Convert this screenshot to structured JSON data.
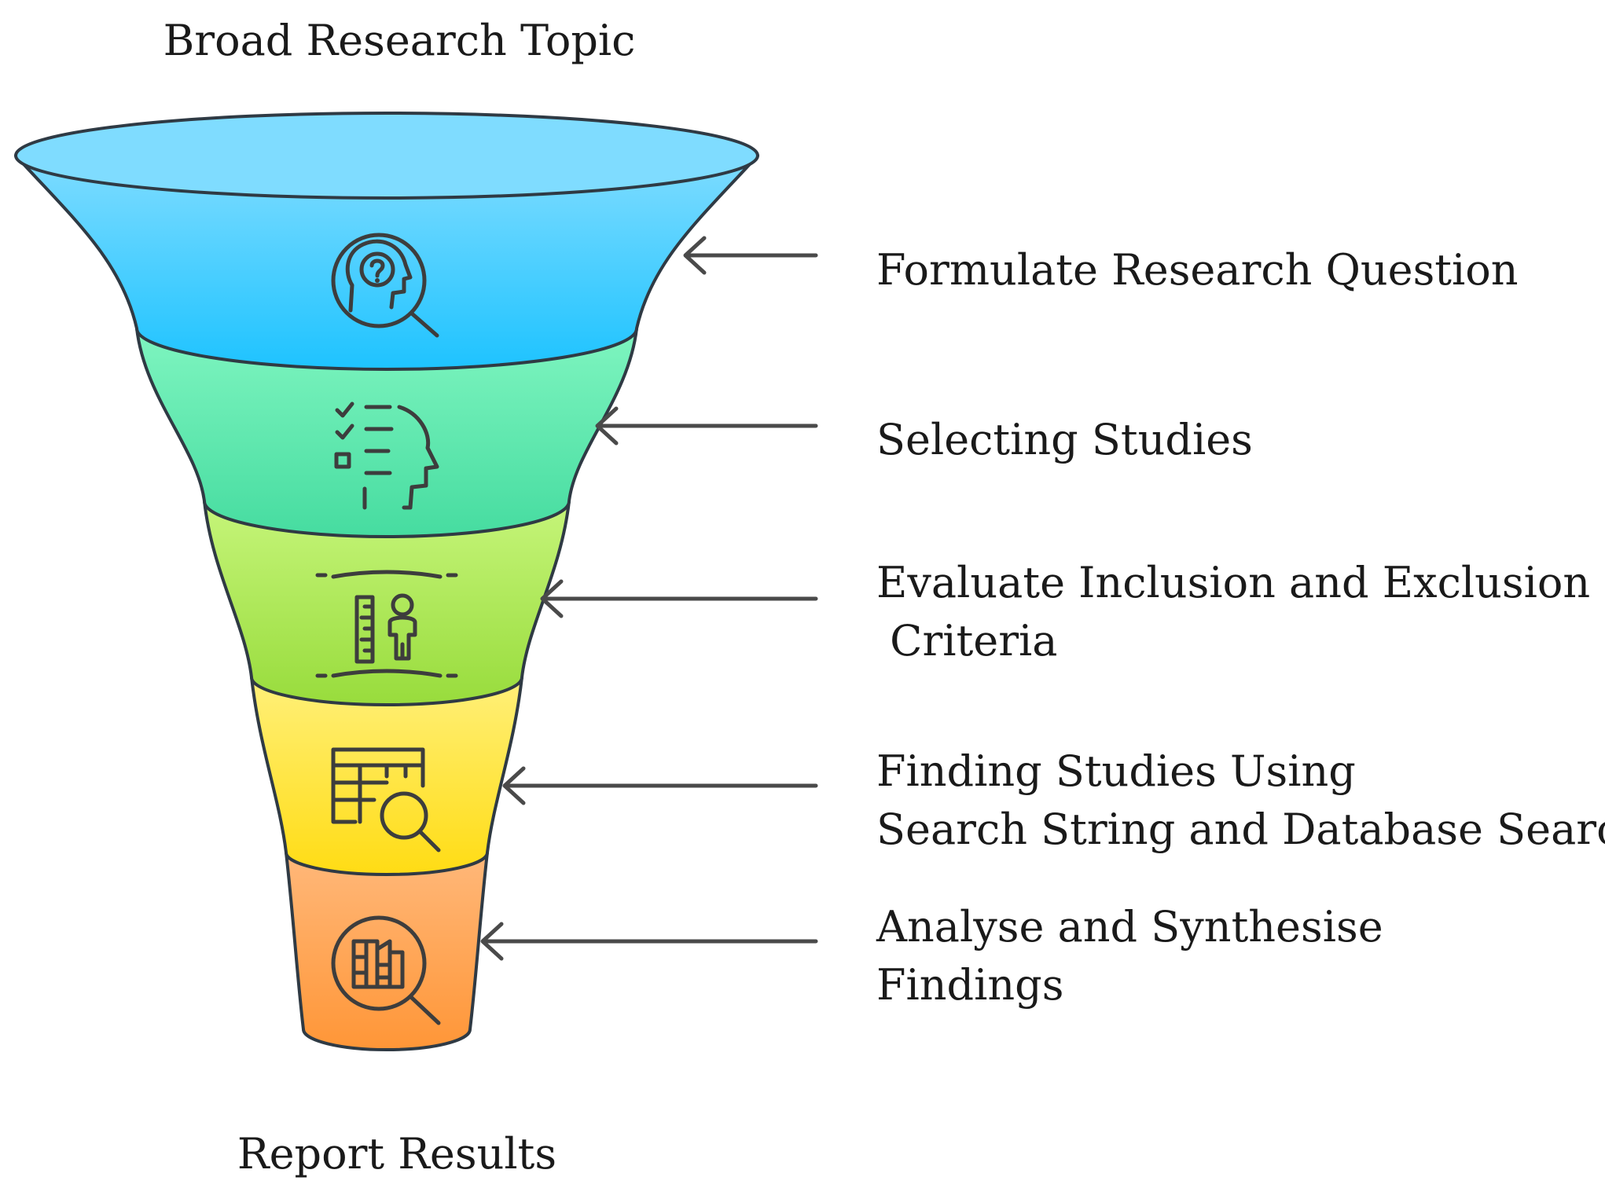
{
  "top_label": "Broad Research Topic",
  "bottom_label": "Report Results",
  "stages": [
    {
      "lines": [
        "Formulate Research Question"
      ],
      "icon": "head-question-search-icon",
      "color_top": "#7fdcff",
      "color_bottom": "#1ec3ff"
    },
    {
      "lines": [
        "Selecting Studies"
      ],
      "icon": "checklist-head-icon",
      "color_top": "#7ff5c0",
      "color_bottom": "#46dca0"
    },
    {
      "lines": [
        "Evaluate Inclusion and Exclusion",
        " Criteria"
      ],
      "icon": "ruler-person-icon",
      "color_top": "#c6f57a",
      "color_bottom": "#98dc3c"
    },
    {
      "lines": [
        "Finding Studies Using",
        "Search String and Database Search"
      ],
      "icon": "table-search-icon",
      "color_top": "#fff07a",
      "color_bottom": "#ffdc14"
    },
    {
      "lines": [
        "Analyse and Synthesise",
        "Findings"
      ],
      "icon": "document-search-icon",
      "color_top": "#ffb87a",
      "color_bottom": "#ff9637"
    }
  ],
  "colors": {
    "rim_fill": "#7fdcff",
    "outline": "#2f3a44",
    "text": "#1a1a1a",
    "arrow": "#4a4a4a"
  }
}
